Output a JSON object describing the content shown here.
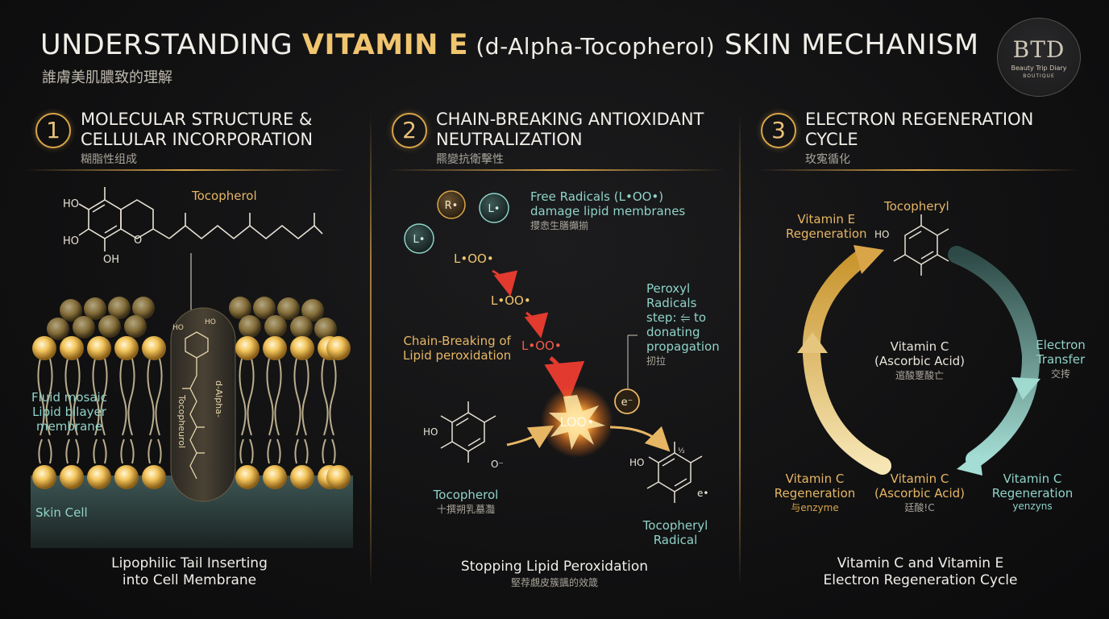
{
  "header": {
    "title_pre": "UNDERSTANDING ",
    "title_accent": "VITAMIN E",
    "title_paren": " (d-Alpha-Tocopherol)",
    "title_post": " SKIN MECHANISM",
    "subtitle": "誰膚美肌膿致的理解"
  },
  "logo": {
    "mark": "BTD",
    "line1": "Beauty Trip Diary",
    "line2": "BOUTIQUE"
  },
  "sections": [
    {
      "number": "1",
      "title_line1": "MOLECULAR STRUCTURE &",
      "title_line2": "CELLULAR INCORPORATION",
      "cjk": "糊脂性组成"
    },
    {
      "number": "2",
      "title_line1": "CHAIN-BREAKING ANTIOXIDANT",
      "title_line2": "NEUTRALIZATION",
      "cjk": "羆變抗衛擊性"
    },
    {
      "number": "3",
      "title_line1": "ELECTRON REGENERATION",
      "title_line2": "CYCLE",
      "cjk": "玫寃循化"
    }
  ],
  "panel1": {
    "tocopherol_label": "Tocopherol",
    "ho1": "HO",
    "ho2": "HO",
    "oh": "OH",
    "o": "O",
    "membrane_l1": "Fluid mosaic",
    "membrane_l2": "Lipid bilayer",
    "membrane_l3": "membrane",
    "skin_cell": "Skin Cell",
    "tail_ho1": "HO",
    "tail_ho2": "HO",
    "tail_text1": "d-Alpha-",
    "tail_text2": "Tocopheurol",
    "caption_l1": "Lipophilic Tail Inserting",
    "caption_l2": "into Cell Membrane"
  },
  "panel2": {
    "r_dot": "R•",
    "l_dot1": "L•",
    "l_dot2": "L•",
    "free_rad_l1": "Free Radicals (L•OO•)",
    "free_rad_l2": "damage lipid membranes",
    "free_rad_cjk": "攖悆生膳攧揃",
    "loo1": "L•OO•",
    "loo2": "L•OO•",
    "loo3": "L•OO•",
    "loo_burst": "LOO•",
    "chain_l1": "Chain-Breaking of",
    "chain_l2": "Lipid peroxidation",
    "peroxyl_l1": "Peroxyl",
    "peroxyl_l2": "Radicals",
    "peroxyl_l3": "step: ⥢ to",
    "peroxyl_l4": "donating",
    "peroxyl_l5": "propagation",
    "peroxyl_cjk": "扨拉",
    "electron": "e⁻",
    "ho": "HO",
    "o_minus": "O⁻",
    "toco_label": "Tocopherol",
    "toco_cjk": "十撰朔乳墓灩",
    "ho_right": "HO",
    "radical_dot": "e•",
    "mark": "½",
    "toco_rad_l1": "Tocopheryl",
    "toco_rad_l2": "Radical",
    "caption": "Stopping Lipid Peroxidation",
    "caption_cjk": "堅荐覷皮簇颽的效箴"
  },
  "panel3": {
    "tocopheryl": "Tocopheryl",
    "ho": "HO",
    "vite_regen_l1": "Vitamin E",
    "vite_regen_l2": "Regeneration",
    "center_l1": "Vitamin C",
    "center_l2": "(Ascorbic Acid)",
    "center_cjk": "逭酸覂酸亡",
    "e_transfer_l1": "Electron",
    "e_transfer_l2": "Transfer",
    "e_transfer_cjk": "交抟",
    "bottom_c_l1": "Vitamin C",
    "bottom_c_l2": "(Ascorbic Acid)",
    "bottom_c_cjk": "廷酸!C",
    "left_c_l1": "Vitamin C",
    "left_c_l2": "Regeneration",
    "left_c_sub": "与enzyme",
    "right_c_l1": "Vitamin C",
    "right_c_l2": "Regeneration",
    "right_c_sub": "yenzyns",
    "caption_l1": "Vitamin C and Vitamin E",
    "caption_l2": "Electron Regeneration Cycle"
  },
  "colors": {
    "gold": "#d9a548",
    "teal": "#8fd3c8",
    "red": "#e23a2e",
    "bg": "#141415"
  }
}
